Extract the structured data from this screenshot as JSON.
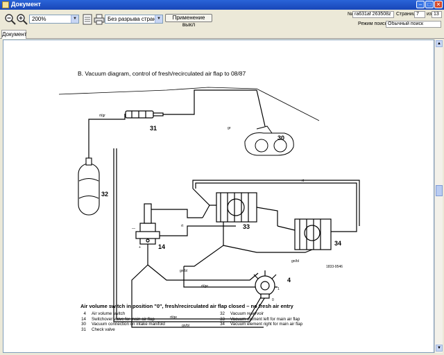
{
  "window": {
    "title": "Документ"
  },
  "toolbar": {
    "zoom_value": "200%",
    "page_break_value": "Без разрыва страниц",
    "apply_label": "Применение выкл",
    "doc_id_label": "№",
    "doc_id_value": "ra631af 263508z",
    "page_label": "Страница",
    "page_current": "7",
    "page_of": "из",
    "page_total": "13",
    "search_mode_label": "Режим поиска",
    "search_mode_value": "Обычный поиск"
  },
  "tabs": [
    {
      "label": "Документ"
    }
  ],
  "document": {
    "heading": "B. Vacuum diagram, control of fresh/recirculated air flap to 08/87",
    "caption": "Air volume switch in position \"0\", fresh/recirculated air flap closed – no fresh air entry",
    "figure_labels": {
      "gr": "gr",
      "rt_gr": "rt/gr",
      "rt": "rt",
      "gn_bl": "gn/bl",
      "rt_ge": "rt/ge",
      "code": "1833-9546",
      "n30": "30",
      "n31": "31",
      "n32": "32",
      "n33": "33",
      "n34": "34",
      "n14": "14",
      "n4": "4",
      "sw0": "0",
      "sw1": "1",
      "minus": "—",
      "plus": "+"
    },
    "legend_left": [
      {
        "num": "4",
        "text": "Air volume switch"
      },
      {
        "num": "14",
        "text": "Switchover valve for main air flap"
      },
      {
        "num": "30",
        "text": "Vacuum connection on intake manifold"
      },
      {
        "num": "31",
        "text": "Check valve"
      }
    ],
    "legend_right": [
      {
        "num": "32",
        "text": "Vacuum reservoir"
      },
      {
        "num": "33",
        "text": "Vacuum element left for main air flap"
      },
      {
        "num": "34",
        "text": "Vacuum element right for main air flap"
      }
    ]
  }
}
